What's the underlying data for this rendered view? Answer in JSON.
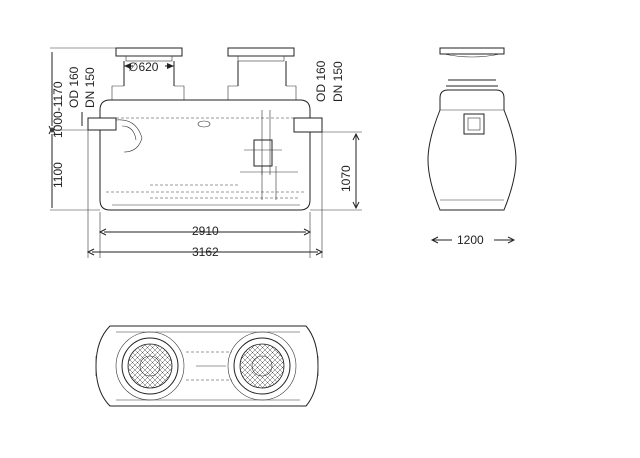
{
  "side_view": {
    "dim_diameter": "∅620",
    "dim_inlet_height_range": "1000-1170",
    "dim_inlet_od": "OD 160",
    "dim_inlet_dn": "DN 150",
    "dim_outlet_od": "OD 160",
    "dim_outlet_dn": "DN 150",
    "dim_total_height": "1100",
    "dim_outlet_height": "1070",
    "dim_inner_length": "2910",
    "dim_total_length": "3162"
  },
  "end_view": {
    "dim_width": "1200"
  },
  "plan_view": {}
}
